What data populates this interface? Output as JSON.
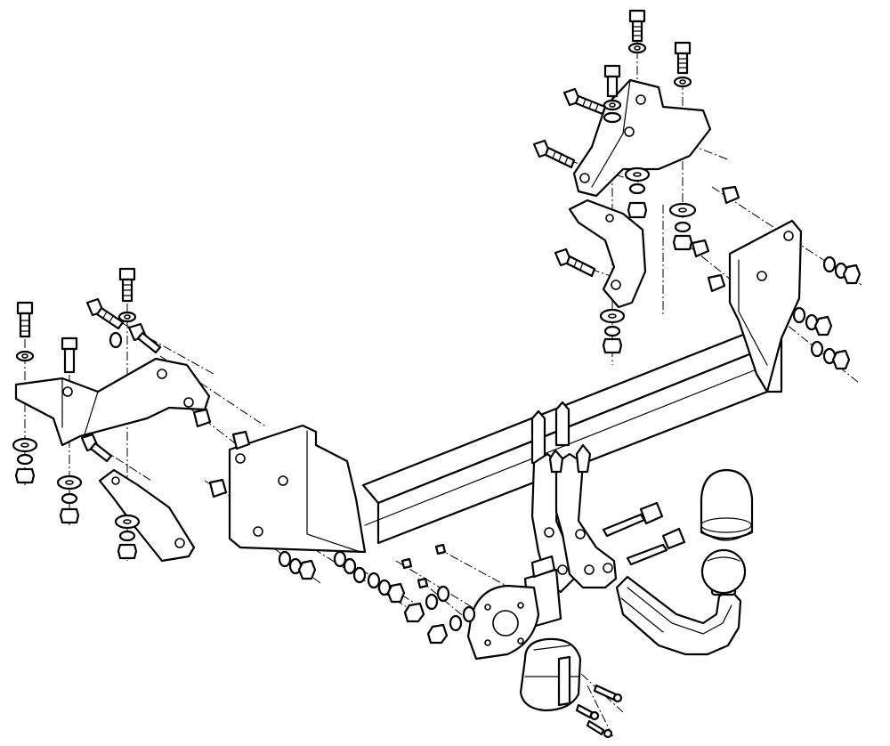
{
  "colors": {
    "line": "#000000",
    "background": "#ffffff"
  },
  "parts": [
    "main-crossbar",
    "left-side-plate",
    "right-side-plate",
    "left-upper-bracket",
    "left-lower-bracket",
    "right-upper-bracket",
    "right-lower-bracket",
    "tow-bar-mount-strap",
    "tow-ball-neck",
    "tow-ball",
    "tow-ball-cap",
    "socket-plate",
    "electrical-socket"
  ]
}
